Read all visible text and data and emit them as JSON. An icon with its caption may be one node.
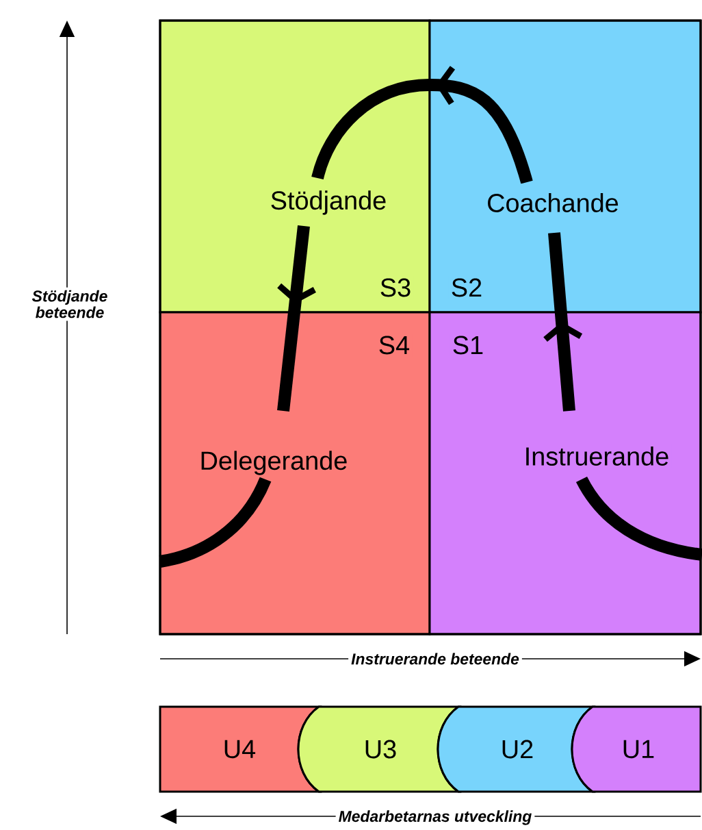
{
  "diagram": {
    "nodes": [
      {
        "text": [
          "Stödjande",
          "S3"
        ]
      },
      {
        "text": [
          "Coachande",
          "S2"
        ]
      },
      {
        "text": [
          "S4",
          "Delegerande"
        ]
      },
      {
        "text": [
          "S1",
          "Instruerande"
        ]
      },
      {
        "text": [
          "U4"
        ]
      },
      {
        "text": [
          "U3"
        ]
      },
      {
        "text": [
          "U2"
        ]
      },
      {
        "text": [
          "U1"
        ]
      }
    ],
    "edges": [
      {
        "from": 3,
        "to": 1,
        "arrow": "to"
      },
      {
        "from": 1,
        "to": 0,
        "arrow": "to"
      },
      {
        "from": 0,
        "to": 2,
        "arrow": "to"
      }
    ],
    "labels": [
      "Stödjande beteende",
      "Instruerande beteende",
      "Medarbetarnas utveckling"
    ]
  }
}
